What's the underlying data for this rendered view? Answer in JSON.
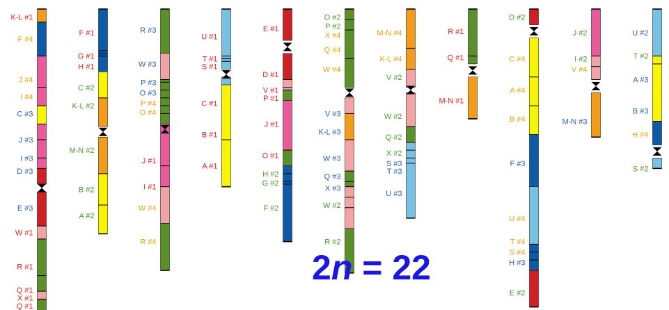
{
  "colors": {
    "orange": "#f39c1c",
    "blue": "#0f5aa8",
    "pink": "#e85a9a",
    "yellow": "#f9f400",
    "green": "#5a8f2a",
    "red": "#d11f26",
    "lightpink": "#f0a4a6",
    "lightblue": "#79c1e2",
    "centromere": "#000000"
  },
  "label_colors": {
    "red": "#e8231f",
    "orange": "#f0a20a",
    "green": "#4c9a2a",
    "blue": "#2f5fae"
  },
  "formula": {
    "prefix": "2",
    "italic": "n",
    "suffix": " = 22"
  },
  "chromosomes": [
    {
      "segments": [
        [
          "orange",
          0,
          5
        ],
        [
          "blue",
          5,
          18
        ],
        [
          "pink",
          18,
          37
        ],
        [
          "yellow",
          37,
          44
        ],
        [
          "pink",
          44,
          61
        ],
        [
          "red",
          61,
          67
        ],
        [
          "red",
          70,
          83
        ],
        [
          "lightpink",
          83,
          88
        ],
        [
          "green",
          88,
          108
        ],
        [
          "lightpink",
          108,
          111
        ],
        [
          "green",
          111,
          118
        ]
      ],
      "centromere": 68.5,
      "bands": [
        5,
        18,
        30,
        37,
        44,
        50,
        57,
        61,
        83,
        88,
        102,
        108,
        111
      ],
      "labels": [
        [
          "K-L #1",
          "red",
          3
        ],
        [
          "F #4",
          "orange",
          11.5
        ],
        [
          "J #4",
          "orange",
          27
        ],
        [
          "I #4",
          "orange",
          33.5
        ],
        [
          "C #3",
          "blue",
          40
        ],
        [
          "J #3",
          "blue",
          50
        ],
        [
          "I #3",
          "blue",
          57
        ],
        [
          "D #3",
          "blue",
          62
        ],
        [
          "E #3",
          "blue",
          76
        ],
        [
          "W #1",
          "red",
          85.5
        ],
        [
          "R #1",
          "red",
          98.5
        ],
        [
          "Q #1",
          "red",
          107.5
        ],
        [
          "X #1",
          "red",
          110.5
        ],
        [
          "Q #1",
          "red",
          113.5
        ]
      ]
    },
    {
      "segments": [
        [
          "blue",
          0,
          24
        ],
        [
          "yellow",
          24,
          34
        ],
        [
          "orange",
          34,
          45
        ],
        [
          "orange",
          49,
          63
        ],
        [
          "yellow",
          63,
          86
        ]
      ],
      "centromere": 47,
      "bands": [
        16,
        17,
        18,
        34,
        63,
        75
      ],
      "labels": [
        [
          "F #1",
          "red",
          9
        ],
        [
          "G #1",
          "red",
          18
        ],
        [
          "H #1",
          "red",
          22
        ],
        [
          "C #2",
          "green",
          30
        ],
        [
          "K-L #2",
          "green",
          37
        ],
        [
          "M-N #2",
          "green",
          54
        ],
        [
          "B #2",
          "green",
          69
        ],
        [
          "A #2",
          "green",
          79
        ]
      ]
    },
    {
      "segments": [
        [
          "green",
          0,
          17
        ],
        [
          "lightpink",
          17,
          27
        ],
        [
          "green",
          27,
          44
        ],
        [
          "pink",
          44,
          68
        ],
        [
          "lightpink",
          68,
          82
        ],
        [
          "green",
          82,
          100
        ]
      ],
      "centromere": 46,
      "bands": [
        27,
        28,
        31,
        34,
        37,
        40,
        60,
        68
      ],
      "labels": [
        [
          "R #3",
          "blue",
          8
        ],
        [
          "W #3",
          "blue",
          21
        ],
        [
          "P #3",
          "blue",
          28
        ],
        [
          "O #3",
          "blue",
          32
        ],
        [
          "P #4",
          "orange",
          36
        ],
        [
          "O #4",
          "orange",
          39.5
        ],
        [
          "J #1",
          "red",
          58
        ],
        [
          "I #1",
          "red",
          68
        ],
        [
          "W #4",
          "orange",
          76
        ],
        [
          "R #4",
          "orange",
          89
        ]
      ]
    },
    {
      "segments": [
        [
          "lightblue",
          0,
          23
        ],
        [
          "lightblue",
          26,
          29
        ],
        [
          "yellow",
          29,
          68
        ]
      ],
      "centromere": 25,
      "bands": [
        18,
        19,
        20,
        50
      ],
      "labels": [
        [
          "U #1",
          "red",
          10.5
        ],
        [
          "T #1",
          "red",
          19
        ],
        [
          "S #1",
          "red",
          22
        ],
        [
          "C #1",
          "red",
          36
        ],
        [
          "B #1",
          "red",
          48
        ],
        [
          "A #1",
          "red",
          60
        ]
      ]
    },
    {
      "segments": [
        [
          "red",
          0,
          12
        ],
        [
          "red",
          17,
          27
        ],
        [
          "lightpink",
          27,
          31
        ],
        [
          "green",
          31,
          35
        ],
        [
          "pink",
          35,
          54
        ],
        [
          "green",
          54,
          60
        ],
        [
          "blue",
          60,
          89
        ]
      ],
      "centromere": 14.5,
      "bands": [
        27,
        30,
        31,
        54,
        63,
        66,
        67
      ],
      "labels": [
        [
          "E #1",
          "red",
          7.5
        ],
        [
          "D #1",
          "red",
          25
        ],
        [
          "V #1",
          "red",
          31
        ],
        [
          "P #1",
          "red",
          34
        ],
        [
          "J #1",
          "red",
          44
        ],
        [
          "O #1",
          "red",
          56
        ],
        [
          "H #2",
          "green",
          63
        ],
        [
          "G #2",
          "green",
          66.5
        ],
        [
          "F #2",
          "green",
          76
        ]
      ]
    },
    {
      "segments": [
        [
          "green",
          0,
          30
        ],
        [
          "lightpink",
          34,
          40
        ],
        [
          "orange",
          40,
          50
        ],
        [
          "lightpink",
          50,
          62
        ],
        [
          "green",
          62,
          68
        ],
        [
          "lightpink",
          68,
          84
        ],
        [
          "green",
          84,
          101
        ]
      ],
      "centromere": 32,
      "bands": [
        4,
        8,
        19,
        40,
        50,
        62,
        66,
        68,
        72,
        76
      ],
      "labels": [
        [
          "O #2",
          "green",
          3
        ],
        [
          "P #2",
          "green",
          6.5
        ],
        [
          "X #4",
          "orange",
          10
        ],
        [
          "Q #4",
          "orange",
          15.5
        ],
        [
          "W #4",
          "orange",
          23
        ],
        [
          "V #3",
          "blue",
          40
        ],
        [
          "K-L #3",
          "blue",
          47
        ],
        [
          "W #3",
          "blue",
          57
        ],
        [
          "Q #3",
          "blue",
          64
        ],
        [
          "X #3",
          "blue",
          68.5
        ],
        [
          "W #2",
          "green",
          75
        ],
        [
          "R #2",
          "green",
          89
        ]
      ]
    },
    {
      "segments": [
        [
          "orange",
          0,
          23
        ],
        [
          "lightpink",
          23,
          30
        ],
        [
          "lightpink",
          32,
          45
        ],
        [
          "green",
          45,
          51
        ],
        [
          "lightblue",
          51,
          80
        ]
      ],
      "centromere": 31,
      "bands": [
        15,
        23,
        45,
        51,
        54,
        57,
        59
      ],
      "labels": [
        [
          "M-N #4",
          "orange",
          9
        ],
        [
          "K-L #4",
          "orange",
          19
        ],
        [
          "V #2",
          "green",
          26
        ],
        [
          "W #2",
          "green",
          41
        ],
        [
          "Q #2",
          "green",
          49
        ],
        [
          "X #2",
          "green",
          55
        ],
        [
          "S #3",
          "blue",
          59
        ],
        [
          "T #3",
          "blue",
          62
        ],
        [
          "U #3",
          "blue",
          70.5
        ]
      ]
    },
    {
      "segments": [
        [
          "green",
          0,
          21
        ],
        [
          "orange",
          26,
          42
        ]
      ],
      "centromere": 23.5,
      "bands": [
        18
      ],
      "labels": [
        [
          "R #1",
          "red",
          8.5
        ],
        [
          "Q #1",
          "red",
          18.5
        ],
        [
          "M-N #1",
          "red",
          35
        ]
      ]
    },
    {
      "segments": [
        [
          "red",
          0,
          6
        ],
        [
          "yellow",
          11,
          48
        ],
        [
          "blue",
          48,
          68
        ],
        [
          "lightblue",
          68,
          90
        ],
        [
          "blue",
          90,
          100
        ],
        [
          "red",
          100,
          114
        ]
      ],
      "centromere": 8.5,
      "bands": [
        26,
        37,
        90,
        93,
        96
      ],
      "labels": [
        [
          "D #2",
          "green",
          3
        ],
        [
          "C #4",
          "orange",
          19
        ],
        [
          "A #4",
          "orange",
          31
        ],
        [
          "B #4",
          "orange",
          42
        ],
        [
          "F #3",
          "blue",
          59
        ],
        [
          "U #4",
          "orange",
          80
        ],
        [
          "T #4",
          "orange",
          89
        ],
        [
          "S #4",
          "orange",
          93
        ],
        [
          "H #3",
          "blue",
          97
        ],
        [
          "E #2",
          "green",
          108.5
        ]
      ]
    },
    {
      "segments": [
        [
          "pink",
          0,
          18
        ],
        [
          "lightpink",
          18,
          27
        ],
        [
          "orange",
          32,
          49
        ]
      ],
      "centromere": 29.5,
      "bands": [
        18,
        22,
        27
      ],
      "labels": [
        [
          "J #2",
          "green",
          9
        ],
        [
          "I #2",
          "green",
          19
        ],
        [
          "V #4",
          "orange",
          23
        ],
        [
          "M-N #3",
          "blue",
          43
        ]
      ]
    },
    {
      "segments": [
        [
          "lightblue",
          0,
          18
        ],
        [
          "yellow",
          18,
          43
        ],
        [
          "blue",
          43,
          52
        ],
        [
          "lightblue",
          57,
          61
        ]
      ],
      "centromere": 54.5,
      "bands": [
        18,
        21,
        43,
        61
      ],
      "labels": [
        [
          "U #2",
          "blue",
          9
        ],
        [
          "T #2",
          "green",
          18
        ],
        [
          "A #3",
          "blue",
          27
        ],
        [
          "B #3",
          "blue",
          39
        ],
        [
          "H #4",
          "orange",
          48
        ],
        [
          "S #2",
          "green",
          61
        ]
      ]
    }
  ]
}
